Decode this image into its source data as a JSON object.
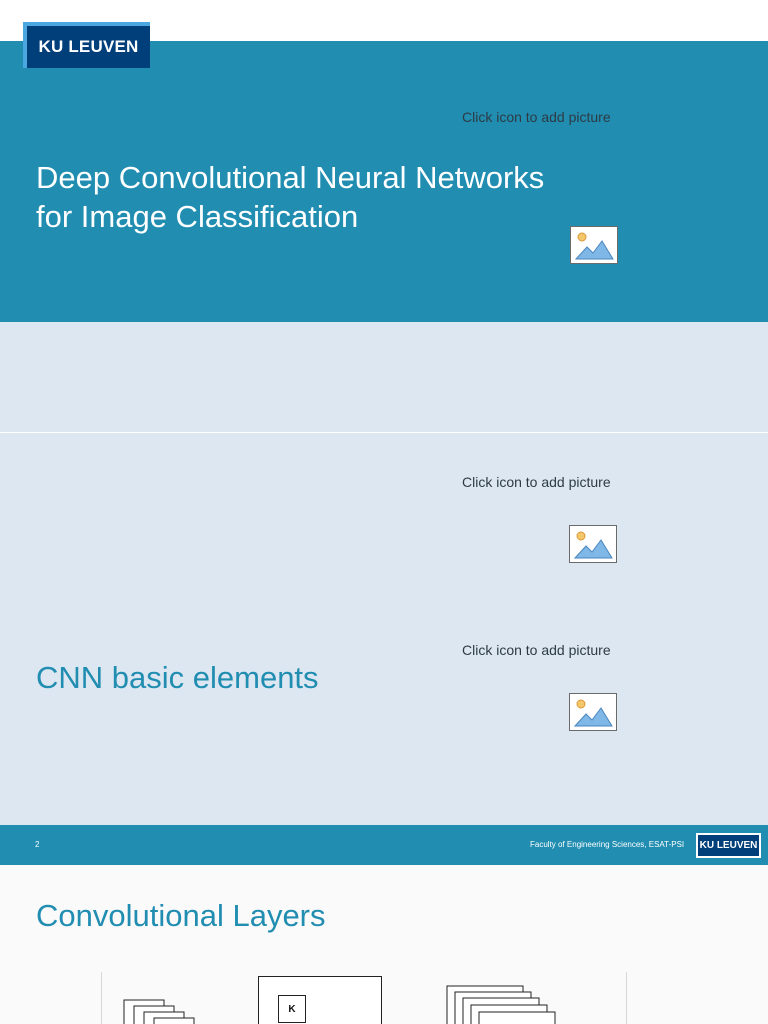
{
  "slide1": {
    "logo": "KU LEUVEN",
    "title_line1": "Deep Convolutional Neural Networks",
    "title_line2": "for Image Classification",
    "picture_hint": "Click icon to add picture"
  },
  "slide2": {
    "picture_hint_1": "Click icon to add picture",
    "picture_hint_2": "Click icon to add picture",
    "title": "CNN basic elements",
    "footer": {
      "page_number": "2",
      "faculty": "Faculty of Engineering Sciences, ESAT-PSI",
      "logo": "KU LEUVEN"
    }
  },
  "slide3": {
    "title": "Convolutional Layers",
    "kernel_label": "K"
  },
  "colors": {
    "brand_teal": "#208db1",
    "brand_navy": "#003f7a",
    "light_background": "#dde7f1"
  },
  "icons": [
    "picture-placeholder-icon"
  ]
}
